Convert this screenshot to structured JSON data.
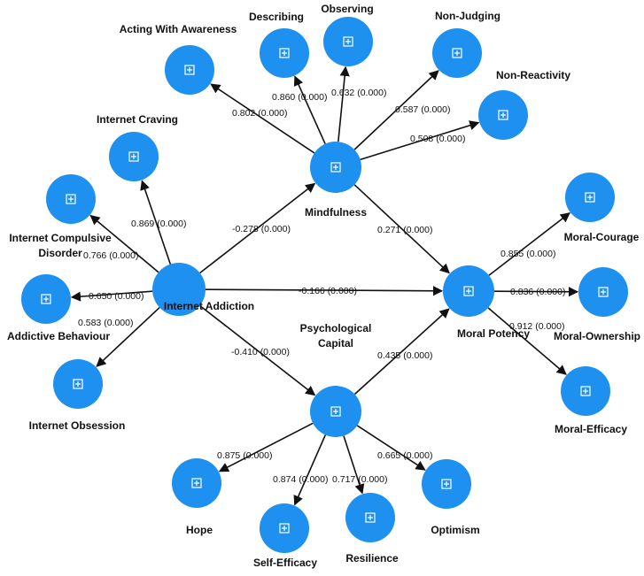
{
  "colors": {
    "node_fill": "#1E90F0",
    "edge": "#111111",
    "label": "#111111",
    "background": "#FFFFFF"
  },
  "nodes": {
    "acting_with_awareness": {
      "label": "Acting With Awareness",
      "icon": "plus-square-icon"
    },
    "describing": {
      "label": "Describing",
      "icon": "plus-square-icon"
    },
    "observing": {
      "label": "Observing",
      "icon": "plus-square-icon"
    },
    "non_judging": {
      "label": "Non-Judging",
      "icon": "plus-square-icon"
    },
    "non_reactivity": {
      "label": "Non-Reactivity",
      "icon": "plus-square-icon"
    },
    "internet_craving": {
      "label": "Internet Craving",
      "icon": "plus-square-icon"
    },
    "internet_compulsive_disorder": {
      "label_line1": "Internet Compulsive",
      "label_line2": "Disorder",
      "icon": "plus-square-icon"
    },
    "addictive_behaviour": {
      "label": "Addictive Behaviour",
      "icon": "plus-square-icon"
    },
    "internet_obsession": {
      "label": "Internet Obsession",
      "icon": "plus-square-icon"
    },
    "internet_addiction": {
      "label": "Internet Addiction"
    },
    "mindfulness": {
      "label": "Mindfulness",
      "icon": "plus-square-icon"
    },
    "psychological_capital": {
      "label_line1": "Psychological",
      "label_line2": "Capital",
      "icon": "plus-square-icon"
    },
    "moral_potency": {
      "label": "Moral Potency",
      "icon": "plus-square-icon"
    },
    "moral_courage": {
      "label": "Moral-Courage",
      "icon": "plus-square-icon"
    },
    "moral_ownership": {
      "label": "Moral-Ownership",
      "icon": "plus-square-icon"
    },
    "moral_efficacy": {
      "label": "Moral-Efficacy",
      "icon": "plus-square-icon"
    },
    "hope": {
      "label": "Hope",
      "icon": "plus-square-icon"
    },
    "self_efficacy": {
      "label": "Self-Efficacy",
      "icon": "plus-square-icon"
    },
    "resilience": {
      "label": "Resilience",
      "icon": "plus-square-icon"
    },
    "optimism": {
      "label": "Optimism",
      "icon": "plus-square-icon"
    }
  },
  "edges": [
    {
      "id": "mind-awareness",
      "from": "mindfulness",
      "to": "acting_with_awareness",
      "label": "0.802 (0.000)"
    },
    {
      "id": "mind-describing",
      "from": "mindfulness",
      "to": "describing",
      "label": "0.860 (0.000)"
    },
    {
      "id": "mind-observing",
      "from": "mindfulness",
      "to": "observing",
      "label": "0.632 (0.000)"
    },
    {
      "id": "mind-nonjudging",
      "from": "mindfulness",
      "to": "non_judging",
      "label": "0.587 (0.000)"
    },
    {
      "id": "mind-nonreactivity",
      "from": "mindfulness",
      "to": "non_reactivity",
      "label": "0.508 (0.000)"
    },
    {
      "id": "ia-craving",
      "from": "internet_addiction",
      "to": "internet_craving",
      "label": "0.869 (0.000)"
    },
    {
      "id": "ia-compulsive",
      "from": "internet_addiction",
      "to": "internet_compulsive_disorder",
      "label": "0.766 (0.000)"
    },
    {
      "id": "ia-addictive",
      "from": "internet_addiction",
      "to": "addictive_behaviour",
      "label": "0.650 (0.000)"
    },
    {
      "id": "ia-obsession",
      "from": "internet_addiction",
      "to": "internet_obsession",
      "label": "0.583 (0.000)"
    },
    {
      "id": "ia-mindfulness",
      "from": "internet_addiction",
      "to": "mindfulness",
      "label": "-0.278 (0.000)"
    },
    {
      "id": "ia-moralpotency",
      "from": "internet_addiction",
      "to": "moral_potency",
      "label": "-0.166 (0.000)"
    },
    {
      "id": "ia-psycap",
      "from": "internet_addiction",
      "to": "psychological_capital",
      "label": "-0.410 (0.000)"
    },
    {
      "id": "mind-moralpotency",
      "from": "mindfulness",
      "to": "moral_potency",
      "label": "0.271 (0.000)"
    },
    {
      "id": "psycap-moralpotency",
      "from": "psychological_capital",
      "to": "moral_potency",
      "label": "0.435 (0.000)"
    },
    {
      "id": "mp-courage",
      "from": "moral_potency",
      "to": "moral_courage",
      "label": "0.855 (0.000)"
    },
    {
      "id": "mp-ownership",
      "from": "moral_potency",
      "to": "moral_ownership",
      "label": "0.836 (0.000)"
    },
    {
      "id": "mp-efficacy",
      "from": "moral_potency",
      "to": "moral_efficacy",
      "label": "0.912 (0.000)"
    },
    {
      "id": "psycap-hope",
      "from": "psychological_capital",
      "to": "hope",
      "label": "0.875 (0.000)"
    },
    {
      "id": "psycap-selfefficacy",
      "from": "psychological_capital",
      "to": "self_efficacy",
      "label": "0.874 (0.000)"
    },
    {
      "id": "psycap-resilience",
      "from": "psychological_capital",
      "to": "resilience",
      "label": "0.717 (0.000)"
    },
    {
      "id": "psycap-optimism",
      "from": "psychological_capital",
      "to": "optimism",
      "label": "0.665 (0.000)"
    }
  ]
}
